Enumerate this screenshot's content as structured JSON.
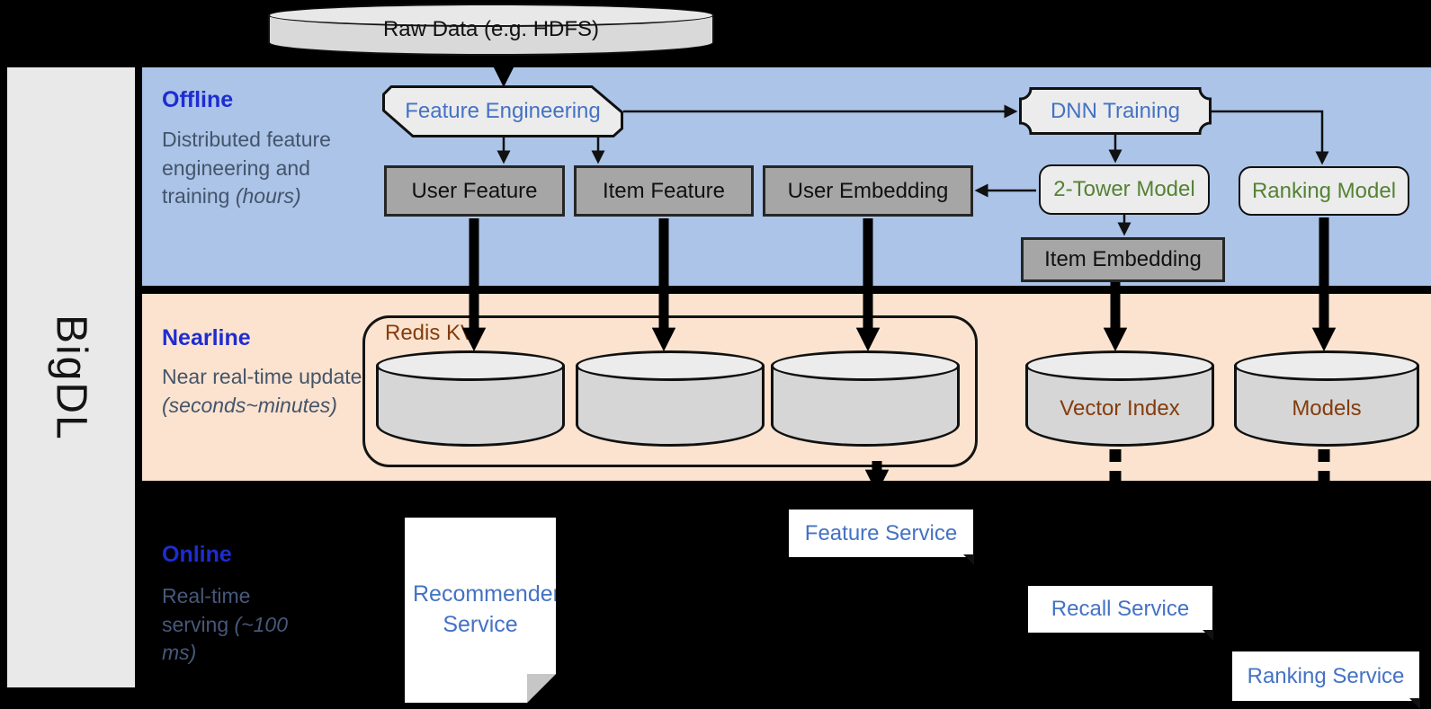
{
  "brand": {
    "label": "BigDL"
  },
  "source": {
    "label": "Raw Data (e.g. HDFS)"
  },
  "bands": {
    "offline": {
      "title": "Offline",
      "desc": "Distributed feature engineering and training ",
      "note": "(hours)"
    },
    "nearline": {
      "title": "Nearline",
      "desc": "Near real-time update ",
      "note": "(seconds~minutes)"
    },
    "online": {
      "title": "Online",
      "desc": "Real-time serving ",
      "note": "(~100 ms)"
    }
  },
  "offline_nodes": {
    "feature_engineering": "Feature Engineering",
    "dnn_training": "DNN Training",
    "user_feature": "User Feature",
    "item_feature": "Item Feature",
    "user_embedding": "User Embedding",
    "two_tower_model": "2-Tower Model",
    "ranking_model": "Ranking Model",
    "item_embedding": "Item Embedding"
  },
  "nearline_nodes": {
    "redis_kv": "Redis KV",
    "vector_index": "Vector Index",
    "models": "Models"
  },
  "online_nodes": {
    "recommender_service": "Recommender Service",
    "feature_service": "Feature Service",
    "recall_service": "Recall Service",
    "ranking_service": "Ranking Service"
  },
  "colors": {
    "background": "#000000",
    "band_offline_bg": "#abc4e8",
    "band_nearline_bg": "#fbe3cf",
    "band_title_blue": "#1e2cd1",
    "body_text_slate": "#44546a",
    "node_text_blue": "#4472c4",
    "node_text_green": "#548235",
    "node_text_brown": "#843c0c",
    "gray_node_fill": "#a6a6a6",
    "light_node_fill": "#ececec",
    "brand_bar_fill": "#e9e9e9"
  }
}
